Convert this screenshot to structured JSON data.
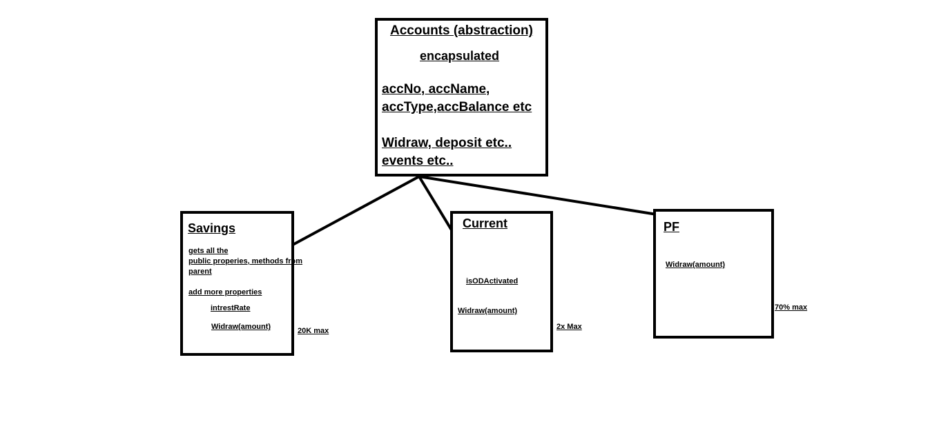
{
  "diagram": {
    "accounts": {
      "title": "Accounts (abstraction)",
      "subtitle": "encapsulated",
      "properties_line1": "accNo, accName,",
      "properties_line2": "accType,accBalance etc",
      "methods_line1": "Widraw, deposit etc..",
      "methods_line2": "events etc.."
    },
    "savings": {
      "title": "Savings",
      "inherit_line1": "gets all the",
      "inherit_line2": "public properies, methods from",
      "inherit_line3": "parent",
      "add_more": "add more properties",
      "field": "intrestRate",
      "method": "Widraw(amount)",
      "note": "20K max"
    },
    "current": {
      "title": "Current",
      "field": "isODActivated",
      "method": "Widraw(amount)",
      "note": "2x Max"
    },
    "pf": {
      "title": "PF",
      "method": "Widraw(amount)",
      "note": "70% max"
    }
  },
  "colors": {
    "stroke": "#000000",
    "background": "#ffffff"
  }
}
